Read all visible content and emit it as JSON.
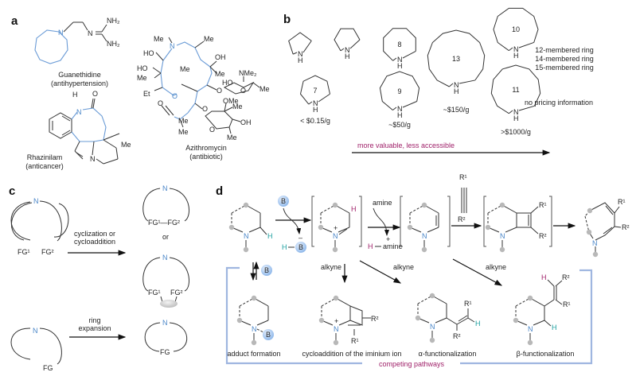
{
  "panels": {
    "a": {
      "label": "a",
      "compounds": [
        {
          "name": "Guanethidine",
          "use": "(antihypertension)",
          "atoms": {
            "n": "N",
            "imine": "N",
            "nh2_top": "NH₂",
            "nh2_bot": "NH₂"
          }
        },
        {
          "name": "Rhazinilam",
          "use": "(anticancer)",
          "atoms": {
            "h": "H",
            "n_amide": "N",
            "o": "O",
            "n_pyrrole": "N",
            "me": "Me"
          }
        },
        {
          "name": "Azithromycin",
          "use": "(antibiotic)",
          "atoms": {
            "me_n": "Me",
            "n": "N",
            "me1": "Me",
            "oh1": "OH",
            "me2": "Me",
            "ho1": "HO",
            "ho2": "HO",
            "me3": "Me",
            "me4": "Me",
            "et": "Et",
            "o_ring": "O",
            "o_carbonyl": "O",
            "me5": "Me",
            "nme2": "NMe₂",
            "ho3": "HO",
            "o_sugar1": "O",
            "me6": "Me",
            "o_link1": "O",
            "o_link2": "O",
            "ome": "OMe",
            "me7": "Me",
            "oh2": "OH",
            "o_sugar2": "O",
            "me8": "Me",
            "me9": "Me"
          }
        }
      ]
    },
    "b": {
      "label": "b",
      "rings": [
        {
          "size": "",
          "price": ""
        },
        {
          "size": "",
          "price": ""
        },
        {
          "size": "7",
          "price": "< $0.15/g"
        },
        {
          "size": "8",
          "price": ""
        },
        {
          "size": "9",
          "price": "~$50/g"
        },
        {
          "size": "13",
          "price": "~$150/g"
        },
        {
          "size": "10",
          "price": ""
        },
        {
          "size": "11",
          "price": ">$1000/g"
        }
      ],
      "nh": {
        "n": "N",
        "h": "H"
      },
      "no_price_rings": [
        "12-membered ring",
        "14-membered ring",
        "15-membered ring"
      ],
      "no_price_label": "no pricing information",
      "trend_label": "more valuable, less accessible",
      "accent_color": "#a0226a"
    },
    "c": {
      "label": "c",
      "n": "N",
      "fg1": "FG¹",
      "fg2": "FG²",
      "fg": "FG",
      "bond_product": "FG¹—FG²",
      "route1_line1": "cyclization or",
      "route1_line2": "cycloaddition",
      "or": "or",
      "route2_line1": "ring",
      "route2_line2": "expansion"
    },
    "d": {
      "label": "d",
      "base": "B",
      "h": "H",
      "hb": "H",
      "amine": "amine",
      "h_amine": "H",
      "amine_plus": "amine",
      "plus": "+",
      "minus": "–",
      "n": "N",
      "r1": "R¹",
      "r2": "R²",
      "alkyne": "alkyne",
      "captions": [
        "adduct formation",
        "cycloaddition of the iminium ion",
        "α-functionalization",
        "β-functionalization"
      ],
      "competing": "competing pathways",
      "colors": {
        "n": "#4a86c8",
        "h_teal": "#1a9e9e",
        "h_magenta": "#a0226a",
        "frame": "#9fb6e0"
      }
    }
  }
}
